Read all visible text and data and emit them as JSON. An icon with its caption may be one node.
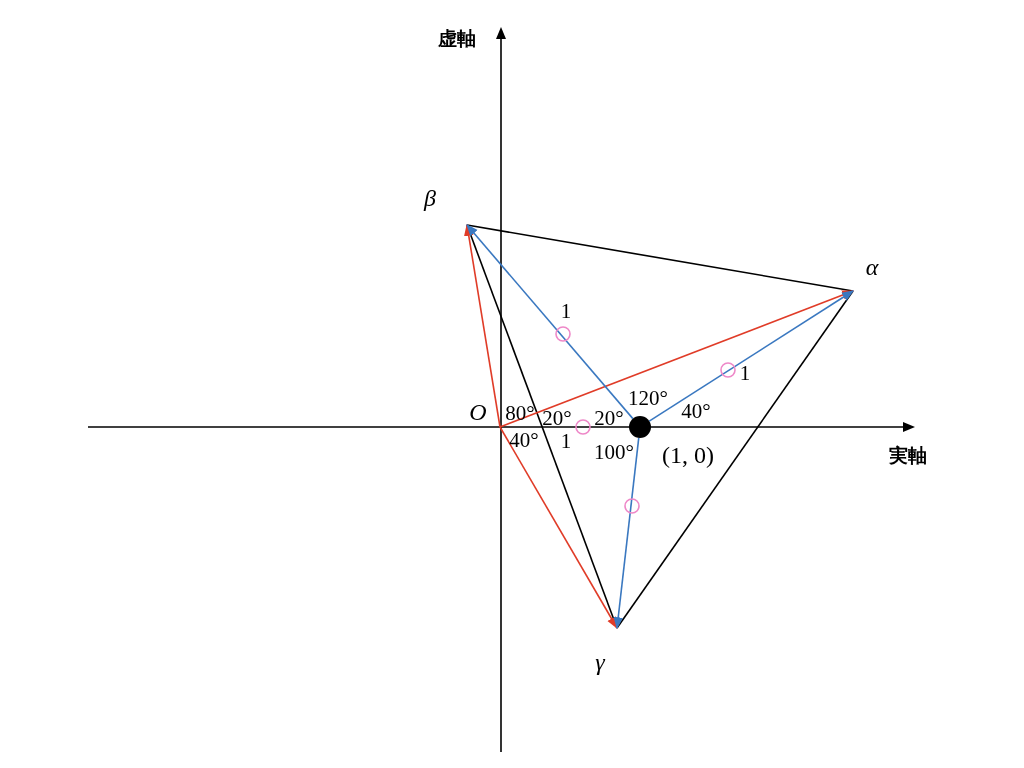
{
  "diagram": {
    "nodes": [
      {
        "text": [
          "O"
        ]
      },
      {
        "text": [],
        "shape": "circle",
        "beside": [
          "(1, 0)"
        ]
      },
      {
        "text": [
          "α"
        ]
      },
      {
        "text": [
          "β"
        ]
      },
      {
        "text": [
          "γ"
        ]
      }
    ],
    "edges": [
      {
        "from": 2,
        "to": 3,
        "arrow": "none"
      },
      {
        "from": 3,
        "to": 4,
        "arrow": "none"
      },
      {
        "from": 4,
        "to": 2,
        "arrow": "none"
      },
      {
        "from": 0,
        "to": 2,
        "arrow": "to",
        "color": "#e03c28"
      },
      {
        "from": 0,
        "to": 3,
        "arrow": "to",
        "color": "#e03c28"
      },
      {
        "from": 0,
        "to": 4,
        "arrow": "to",
        "color": "#e03c28"
      },
      {
        "from": 1,
        "to": 2,
        "arrow": "to",
        "color": "#3a78c0"
      },
      {
        "from": 1,
        "to": 3,
        "arrow": "to",
        "color": "#3a78c0"
      },
      {
        "from": 1,
        "to": 4,
        "arrow": "to",
        "color": "#3a78c0"
      }
    ],
    "labels": [
      "虚軸",
      "実軸",
      "1",
      "1",
      "120°",
      "80°",
      "20°",
      "20°",
      "40°",
      "40°",
      "1",
      "100°"
    ]
  }
}
